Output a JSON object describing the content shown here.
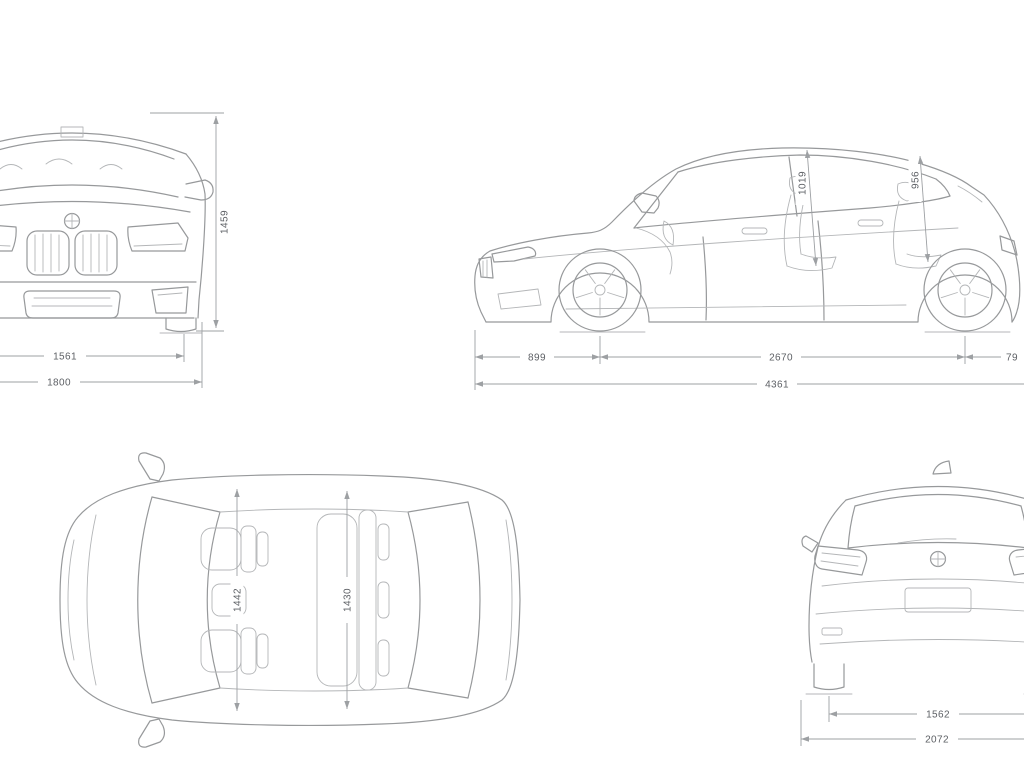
{
  "colors": {
    "background": "#ffffff",
    "car_line": "#97999b",
    "dimension_line": "#9da0a3",
    "dimension_text": "#5d6065"
  },
  "dims": {
    "front_height": "1459",
    "front_track": "1561",
    "front_width": "1800",
    "side_front_headroom": "1019",
    "side_rear_headroom": "956",
    "side_front_overhang": "899",
    "side_wheelbase": "2670",
    "side_rear_overhang_clipped": "79",
    "side_length": "4361",
    "top_front_interior_width": "1442",
    "top_rear_interior_width": "1430",
    "rear_track": "1562",
    "rear_width": "2072"
  }
}
